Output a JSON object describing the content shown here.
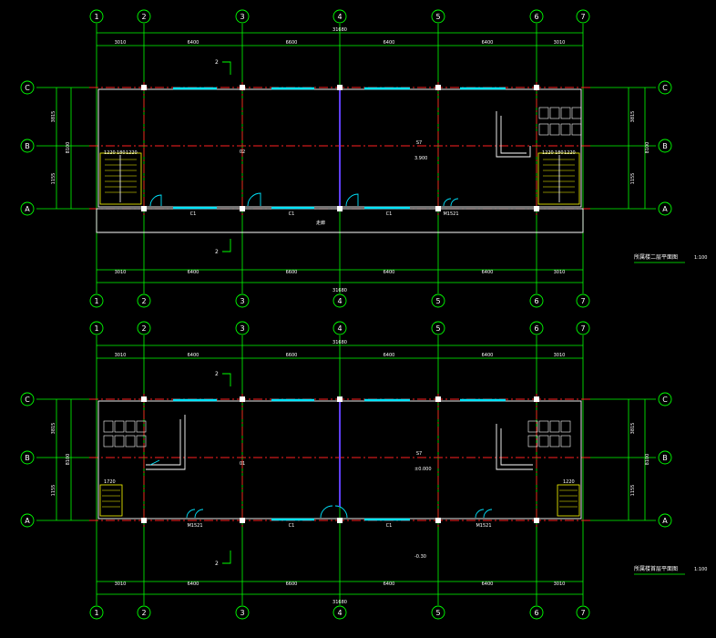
{
  "grid_cols": [
    "1",
    "2",
    "3",
    "4",
    "5",
    "6",
    "7"
  ],
  "grid_rows": [
    "C",
    "B",
    "A"
  ],
  "spans": [
    "3010",
    "6400",
    "6600",
    "6400",
    "6400",
    "3010"
  ],
  "total": "31680",
  "left_dims": [
    "3815",
    "1155"
  ],
  "left_total": "8100",
  "right_dims": [
    "3815",
    "1155"
  ],
  "right_total": "8100",
  "section_mark": "2",
  "upper": {
    "title": "所属楼二层平面图",
    "scale": "1:100",
    "level": "3.900",
    "stair_widths": [
      "1220",
      "180",
      "1220"
    ],
    "room_labels": [
      "02",
      "S7"
    ],
    "door_tags": [
      "C1",
      "C1",
      "C1",
      "M1521"
    ],
    "corridor": "走廊"
  },
  "lower": {
    "title": "所属楼首层平面图",
    "scale": "1:100",
    "level": "±0.000",
    "outdoor": "-0.30",
    "stair_left": "1720",
    "stair_right": "1220",
    "room_labels": [
      "01",
      "S7"
    ],
    "door_tags": [
      "M1521",
      "C1",
      "C1",
      "M1521"
    ]
  }
}
